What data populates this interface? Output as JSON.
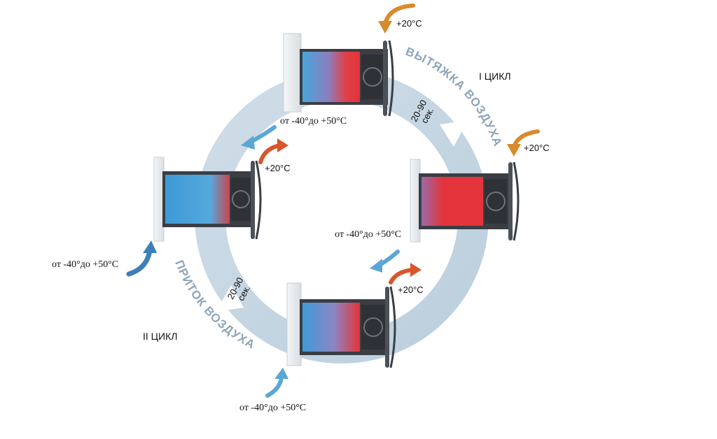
{
  "colors": {
    "ring": "#c5d6e2",
    "ring_text": "#8ea5ba",
    "cold": "#4a9fd8",
    "hot": "#e2343a",
    "arrow_orange": "#d98a2a",
    "arrow_red": "#d9552a",
    "arrow_blue": "#5aa7d6",
    "housing": "#e8ecf0"
  },
  "labels": {
    "cycle_1": "I ЦИКЛ",
    "cycle_2": "II ЦИКЛ",
    "exhaust": "ВЫТЯЖКА ВОЗДУХА",
    "supply": "ПРИТОК ВОЗДУХА",
    "period_top_line1": "20-90",
    "period_top_line2": "сек.",
    "period_bottom_line1": "20-90",
    "period_bottom_line2": "сек."
  },
  "temps": {
    "indoor": "+20°C",
    "outdoor": "от -40°до +50°C"
  }
}
